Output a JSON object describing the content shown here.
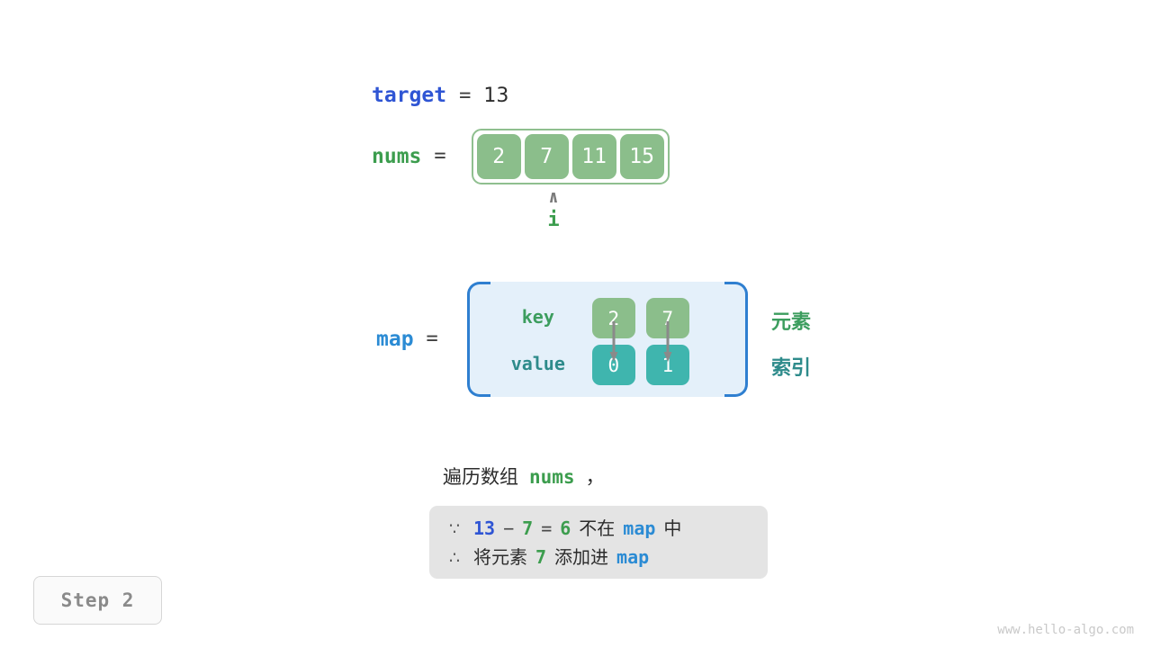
{
  "target": {
    "name": "target",
    "equals": "=",
    "value": "13"
  },
  "nums": {
    "name": "nums",
    "equals": "=",
    "cells": [
      "2",
      "7",
      "11",
      "15"
    ],
    "pointer": {
      "caret": "∧",
      "label": "i",
      "index": 1
    }
  },
  "map": {
    "name": "map",
    "equals": "=",
    "key_label": "key",
    "value_label": "value",
    "entries": [
      {
        "key": "2",
        "value": "0"
      },
      {
        "key": "7",
        "value": "1"
      }
    ],
    "side_labels": {
      "element": "元素",
      "index": "索引"
    }
  },
  "caption": {
    "text_before": "遍历数组",
    "code": "nums",
    "text_after": "，"
  },
  "note": {
    "line1": {
      "symbol": "∵",
      "a": "13",
      "minus": "−",
      "b": "7",
      "eq": "=",
      "result": "6",
      "mid": "不在",
      "map": "map",
      "tail": "中"
    },
    "line2": {
      "symbol": "∴",
      "lead": "将元素",
      "elem": "7",
      "mid": "添加进",
      "map": "map"
    }
  },
  "step_badge": "Step 2",
  "watermark": "www.hello-algo.com",
  "colors": {
    "var_target": "#2f55d4",
    "var_nums": "#3c9d4e",
    "var_map": "#2b8bd4",
    "cell_green": "#8bbe8b",
    "cell_teal": "#3fb5ae",
    "map_bg": "#e4f0fa",
    "map_border": "#2f7fd0",
    "note_bg": "#e4e4e4",
    "arrow_gray": "#8a8a8a"
  }
}
